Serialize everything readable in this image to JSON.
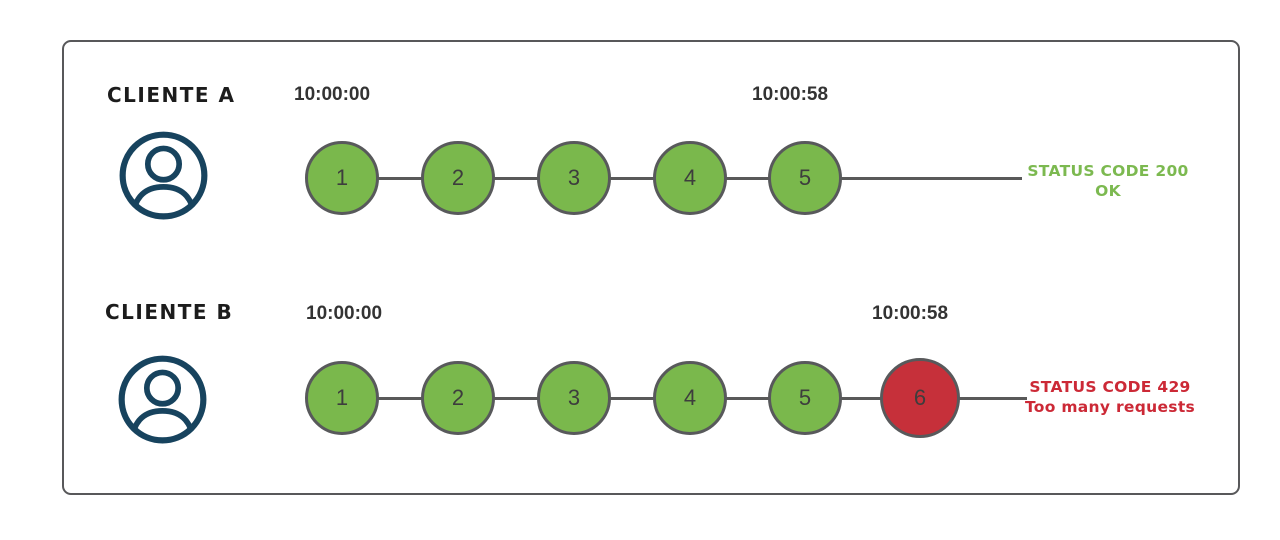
{
  "colors": {
    "success_green": "#7ab84c",
    "error_red": "#c6303a",
    "status_green_text": "#7cb950",
    "status_red_text": "#cc2936",
    "line_gray": "#595959",
    "icon_navy": "#17435e",
    "frame_border": "#58585a",
    "timestamp_color": "#333333"
  },
  "clients": [
    {
      "name": "CLIENTE A",
      "start_time": "10:00:00",
      "end_time": "10:00:58",
      "requests": [
        "1",
        "2",
        "3",
        "4",
        "5"
      ],
      "status_line1": "STATUS CODE 200",
      "status_line2": "OK"
    },
    {
      "name": "CLIENTE B",
      "start_time": "10:00:00",
      "end_time": "10:00:58",
      "requests": [
        "1",
        "2",
        "3",
        "4",
        "5",
        "6"
      ],
      "status_line1": "STATUS CODE 429",
      "status_line2": "Too many requests"
    }
  ]
}
